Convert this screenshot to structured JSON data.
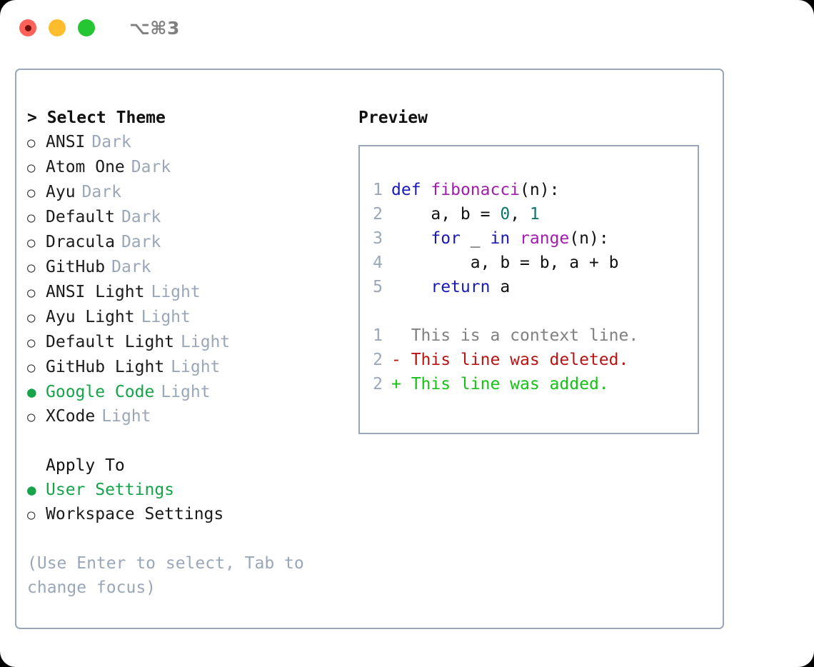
{
  "titlebar": {
    "buttons": [
      {
        "name": "close",
        "color": "#ff6159"
      },
      {
        "name": "minimize",
        "color": "#ffbd2e"
      },
      {
        "name": "zoom",
        "color": "#25c633"
      }
    ],
    "shortcut": "⌥⌘3"
  },
  "theme_picker": {
    "header": "> Select Theme",
    "options": [
      {
        "bullet": "○",
        "label": "ANSI",
        "tag": "Dark",
        "selected": false
      },
      {
        "bullet": "○",
        "label": "Atom One",
        "tag": "Dark",
        "selected": false
      },
      {
        "bullet": "○",
        "label": "Ayu",
        "tag": "Dark",
        "selected": false
      },
      {
        "bullet": "○",
        "label": "Default",
        "tag": "Dark",
        "selected": false
      },
      {
        "bullet": "○",
        "label": "Dracula",
        "tag": "Dark",
        "selected": false
      },
      {
        "bullet": "○",
        "label": "GitHub",
        "tag": "Dark",
        "selected": false
      },
      {
        "bullet": "○",
        "label": "ANSI Light",
        "tag": "Light",
        "selected": false
      },
      {
        "bullet": "○",
        "label": "Ayu Light",
        "tag": "Light",
        "selected": false
      },
      {
        "bullet": "○",
        "label": "Default Light",
        "tag": "Light",
        "selected": false
      },
      {
        "bullet": "○",
        "label": "GitHub Light",
        "tag": "Light",
        "selected": false
      },
      {
        "bullet": "●",
        "label": "Google Code",
        "tag": "Light",
        "selected": true
      },
      {
        "bullet": "○",
        "label": "XCode",
        "tag": "Light",
        "selected": false
      }
    ]
  },
  "apply_to": {
    "header": "Apply To",
    "options": [
      {
        "bullet": "●",
        "label": "User Settings",
        "tag": "",
        "selected": true
      },
      {
        "bullet": "○",
        "label": "Workspace Settings",
        "tag": "",
        "selected": false
      }
    ]
  },
  "hint": "(Use Enter to select, Tab to change focus)",
  "preview": {
    "title": "Preview",
    "code_lines": [
      {
        "no": "1",
        "tokens": [
          {
            "t": "def",
            "c": "kw"
          },
          {
            "t": " ",
            "c": "txt"
          },
          {
            "t": "fibonacci",
            "c": "fn"
          },
          {
            "t": "(n):",
            "c": "txt"
          }
        ]
      },
      {
        "no": "2",
        "tokens": [
          {
            "t": "    a, b = ",
            "c": "txt"
          },
          {
            "t": "0",
            "c": "num"
          },
          {
            "t": ", ",
            "c": "txt"
          },
          {
            "t": "1",
            "c": "num"
          }
        ]
      },
      {
        "no": "3",
        "tokens": [
          {
            "t": "    ",
            "c": "txt"
          },
          {
            "t": "for",
            "c": "kw"
          },
          {
            "t": " _ ",
            "c": "txt"
          },
          {
            "t": "in",
            "c": "kw"
          },
          {
            "t": " ",
            "c": "txt"
          },
          {
            "t": "range",
            "c": "fn"
          },
          {
            "t": "(n):",
            "c": "txt"
          }
        ]
      },
      {
        "no": "4",
        "tokens": [
          {
            "t": "        a, b = b, a + b",
            "c": "txt"
          }
        ]
      },
      {
        "no": "5",
        "tokens": [
          {
            "t": "    ",
            "c": "txt"
          },
          {
            "t": "return",
            "c": "kw"
          },
          {
            "t": " a",
            "c": "txt"
          }
        ]
      }
    ],
    "diff_lines": [
      {
        "no": "1",
        "marker": "  ",
        "text": "This is a context line.",
        "kind": "ctx"
      },
      {
        "no": "2",
        "marker": "- ",
        "text": "This line was deleted.",
        "kind": "del"
      },
      {
        "no": "2",
        "marker": "+ ",
        "text": "This line was added.",
        "kind": "add"
      }
    ]
  },
  "colors": {
    "border": "#9aa7b8",
    "muted": "#9aa7b8",
    "selected_green": "#16a34a",
    "keyword": "#1919b8",
    "function": "#a21caf",
    "number": "#0f766e",
    "diff_context": "#808080",
    "diff_deleted": "#b81414",
    "diff_added": "#16c216"
  }
}
